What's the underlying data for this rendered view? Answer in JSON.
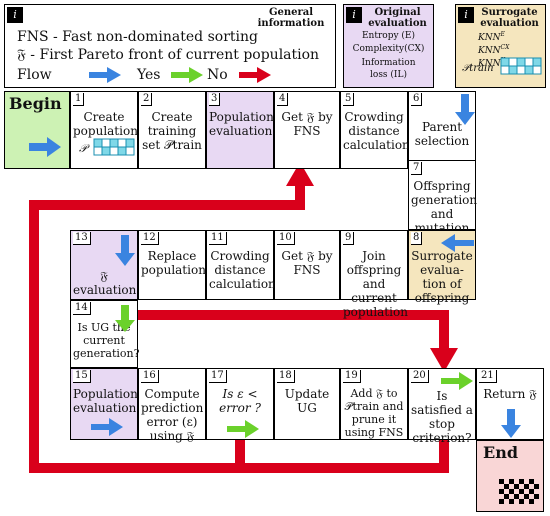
{
  "info": {
    "badge": "i",
    "title": "General information",
    "line1": "FNS - Fast non-dominated sorting",
    "line2": "𝔉 - First Pareto front of current population",
    "flow": "Flow",
    "yes": "Yes",
    "no": "No"
  },
  "original": {
    "badge": "i",
    "title": "Original evaluation",
    "lines": [
      "Entropy (E)",
      "Complexity(CX)",
      "Information",
      "loss (IL)"
    ]
  },
  "surrogate": {
    "badge": "i",
    "title": "Surrogate evaluation",
    "lines": [
      "KNN",
      "KNN",
      "KNN"
    ],
    "sup": [
      "E",
      "CX",
      "IL"
    ],
    "ptrain": "𝒫train"
  },
  "begin": "Begin",
  "end": "End",
  "steps": {
    "s1": {
      "num": "1",
      "text": "Create population",
      "p": "𝒫"
    },
    "s2": {
      "num": "2",
      "text": "Create training set 𝒫train"
    },
    "s3": {
      "num": "3",
      "text": "Population evaluation"
    },
    "s4": {
      "num": "4",
      "text": "Get 𝔉 by FNS"
    },
    "s5": {
      "num": "5",
      "text": "Crowding distance calculation"
    },
    "s6": {
      "num": "6",
      "text": "Parent selection"
    },
    "s7": {
      "num": "7",
      "text": "Offspring generation and mutation"
    },
    "s8": {
      "num": "8",
      "text": "Surrogate evalua-tion of offspring"
    },
    "s9": {
      "num": "9",
      "text": "Join offspring and current population"
    },
    "s10": {
      "num": "10",
      "text": "Get 𝔉 by FNS"
    },
    "s11": {
      "num": "11",
      "text": "Crowding distance calculation"
    },
    "s12": {
      "num": "12",
      "text": "Replace population"
    },
    "s13": {
      "num": "13",
      "text": "𝔉 evaluation"
    },
    "s14": {
      "num": "14",
      "text": "Is UG the current generation?"
    },
    "s15": {
      "num": "15",
      "text": "Population evaluation"
    },
    "s16": {
      "num": "16",
      "text": "Compute prediction error (ε) using 𝔉"
    },
    "s17": {
      "num": "17",
      "text": "Is ε < error ?"
    },
    "s18": {
      "num": "18",
      "text": "Update UG"
    },
    "s19": {
      "num": "19",
      "text": "Add 𝔉 to 𝒫train and prune it using FNS"
    },
    "s20": {
      "num": "20",
      "text": "Is satisfied a stop criterion?"
    },
    "s21": {
      "num": "21",
      "text": "Return 𝔉"
    }
  },
  "colors": {
    "flow": "#3a84e0",
    "yes": "#6bd12b",
    "no": "#d9001b",
    "purple": "#e8d9f3",
    "yellow": "#f5e6be",
    "green": "#cdf2b4",
    "pink": "#f9d6d6"
  }
}
